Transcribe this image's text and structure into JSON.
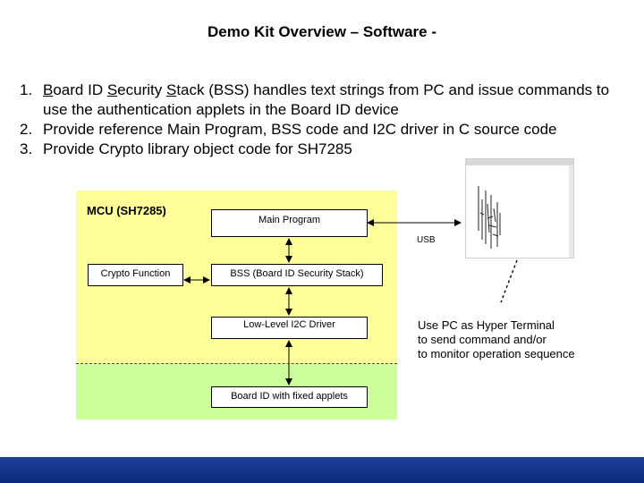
{
  "title": "Demo Kit Overview  – Software -",
  "points": [
    {
      "num": "1.",
      "segments": [
        {
          "text": "B",
          "u": true
        },
        {
          "text": "oard ID ",
          "u": false
        },
        {
          "text": "S",
          "u": true
        },
        {
          "text": "ecurity ",
          "u": false
        },
        {
          "text": "S",
          "u": true
        },
        {
          "text": "tack (BSS) handles text strings from PC and issue commands to use the authentication applets in the Board ID device",
          "u": false
        }
      ]
    },
    {
      "num": "2.",
      "segments": [
        {
          "text": "Provide reference Main Program, BSS code and I2C driver in C source code",
          "u": false
        }
      ]
    },
    {
      "num": "3.",
      "segments": [
        {
          "text": "Provide Crypto library object code for SH7285",
          "u": false
        }
      ]
    }
  ],
  "diagram": {
    "mcu_label": "MCU (SH7285)",
    "main_program": "Main Program",
    "crypto_function": "Crypto Function",
    "bss": "BSS (Board ID Security Stack)",
    "low_level": "Low-Level I2C Driver",
    "board_id": "Board ID with fixed applets",
    "usb": "USB"
  },
  "pc_note": {
    "line1": "Use PC as Hyper Terminal",
    "line2": "to send command and/or",
    "line3": "to monitor operation sequence"
  },
  "colors": {
    "mcu_zone": "#ffff99",
    "board_zone": "#ccff99",
    "footer": "#1f3f9c"
  }
}
